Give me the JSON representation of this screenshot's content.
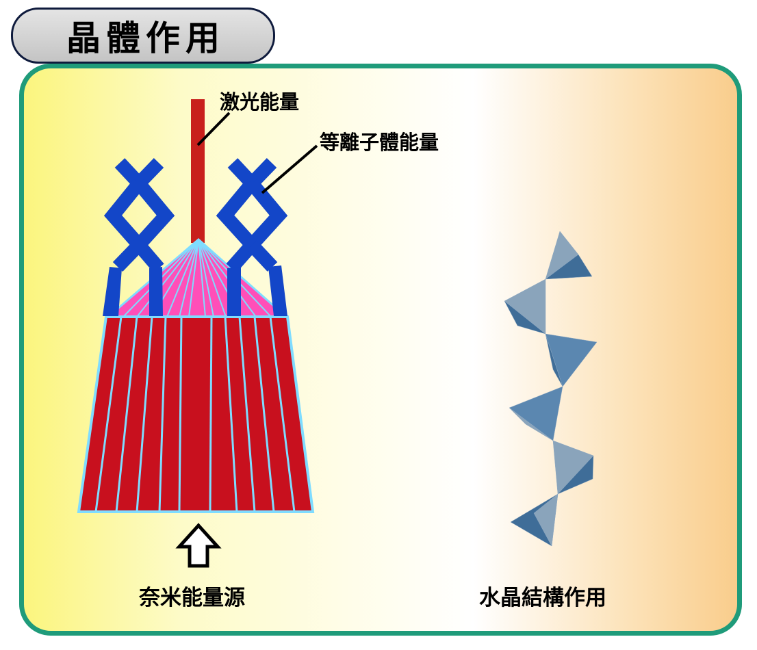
{
  "title": "晶體作用",
  "labels": {
    "laser_energy": "激光能量",
    "plasma_energy": "等離子體能量",
    "nano_energy_source": "奈米能量源",
    "crystal_structure": "水晶結構作用"
  },
  "colors": {
    "panel_border": "#1f9b7a",
    "broom_red": "#c8101e",
    "stripe_cyan": "#7fdcff",
    "fan_pink": "#ff4fb8",
    "structure_blue": "#1346c8",
    "laser_red": "#c8201c",
    "crystal_blue": "#5b87b0"
  },
  "icons": [
    "up-arrow-icon"
  ]
}
